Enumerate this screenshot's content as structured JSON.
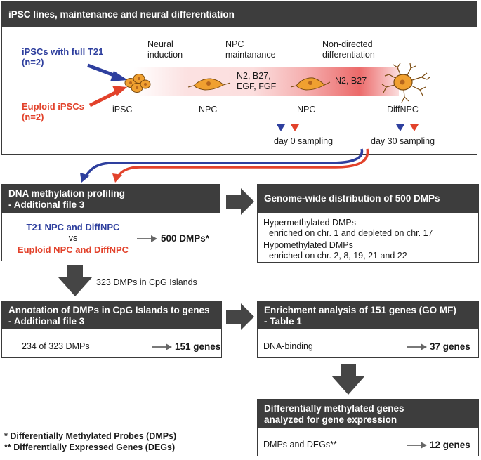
{
  "panel_top": {
    "title": "iPSC lines, maintenance and neural differentiation",
    "input_blue": "iPSCs with full T21\n(n=2)",
    "input_red": "Euploid iPSCs\n(n=2)",
    "stage_neural_induction": "Neural\ninduction",
    "stage_npc_maint": "NPC\nmaintanance",
    "stage_non_directed": "Non-directed\ndifferentiation",
    "media_1": "N2, B27,\nEGF, FGF",
    "media_2": "N2, B27",
    "cell_ipsc": "iPSC",
    "cell_npc1": "NPC",
    "cell_npc2": "NPC",
    "cell_diffnpc": "DiffNPC",
    "sampling_day0": "day 0 sampling",
    "sampling_day30": "day 30 sampling"
  },
  "methylation_box": {
    "title": "DNA methylation profiling\n - Additional file 3",
    "group_blue": "T21 NPC and DiffNPC",
    "vs": "vs",
    "group_red": "Euploid NPC and DiffNPC",
    "result": "500 DMPs*"
  },
  "genome_box": {
    "title": "Genome-wide distribution of 500 DMPs",
    "hyper_title": "Hypermethylated DMPs",
    "hyper_detail": "enriched on chr. 1 and depleted on chr. 17",
    "hypo_title": "Hypomethylated DMPs",
    "hypo_detail": "enriched on chr. 2, 8, 19, 21 and 22"
  },
  "cpg_label": "323 DMPs in CpG Islands",
  "annotation_box": {
    "title": "Annotation of DMPs in CpG Islands to genes\n - Additional file 3",
    "input": "234 of 323 DMPs",
    "result": "151 genes"
  },
  "enrichment_box": {
    "title": "Enrichment analysis of 151 genes (GO MF)\n - Table 1",
    "input": "DNA-binding",
    "result": "37 genes"
  },
  "expression_box": {
    "title": "Differentially methylated genes\nanalyzed for gene expression",
    "input": "DMPs and DEGs**",
    "result": "12 genes"
  },
  "footnotes": {
    "fn1": "* Differentially Methylated Probes (DMPs)",
    "fn2": "** Differentially Expressed Genes (DEGs)"
  },
  "colors": {
    "header_bg": "#3d3d3d",
    "blue": "#2e3f9e",
    "red": "#e2422b",
    "cell_orange": "#f0a030",
    "gradient_red": "#f5a0a0"
  }
}
